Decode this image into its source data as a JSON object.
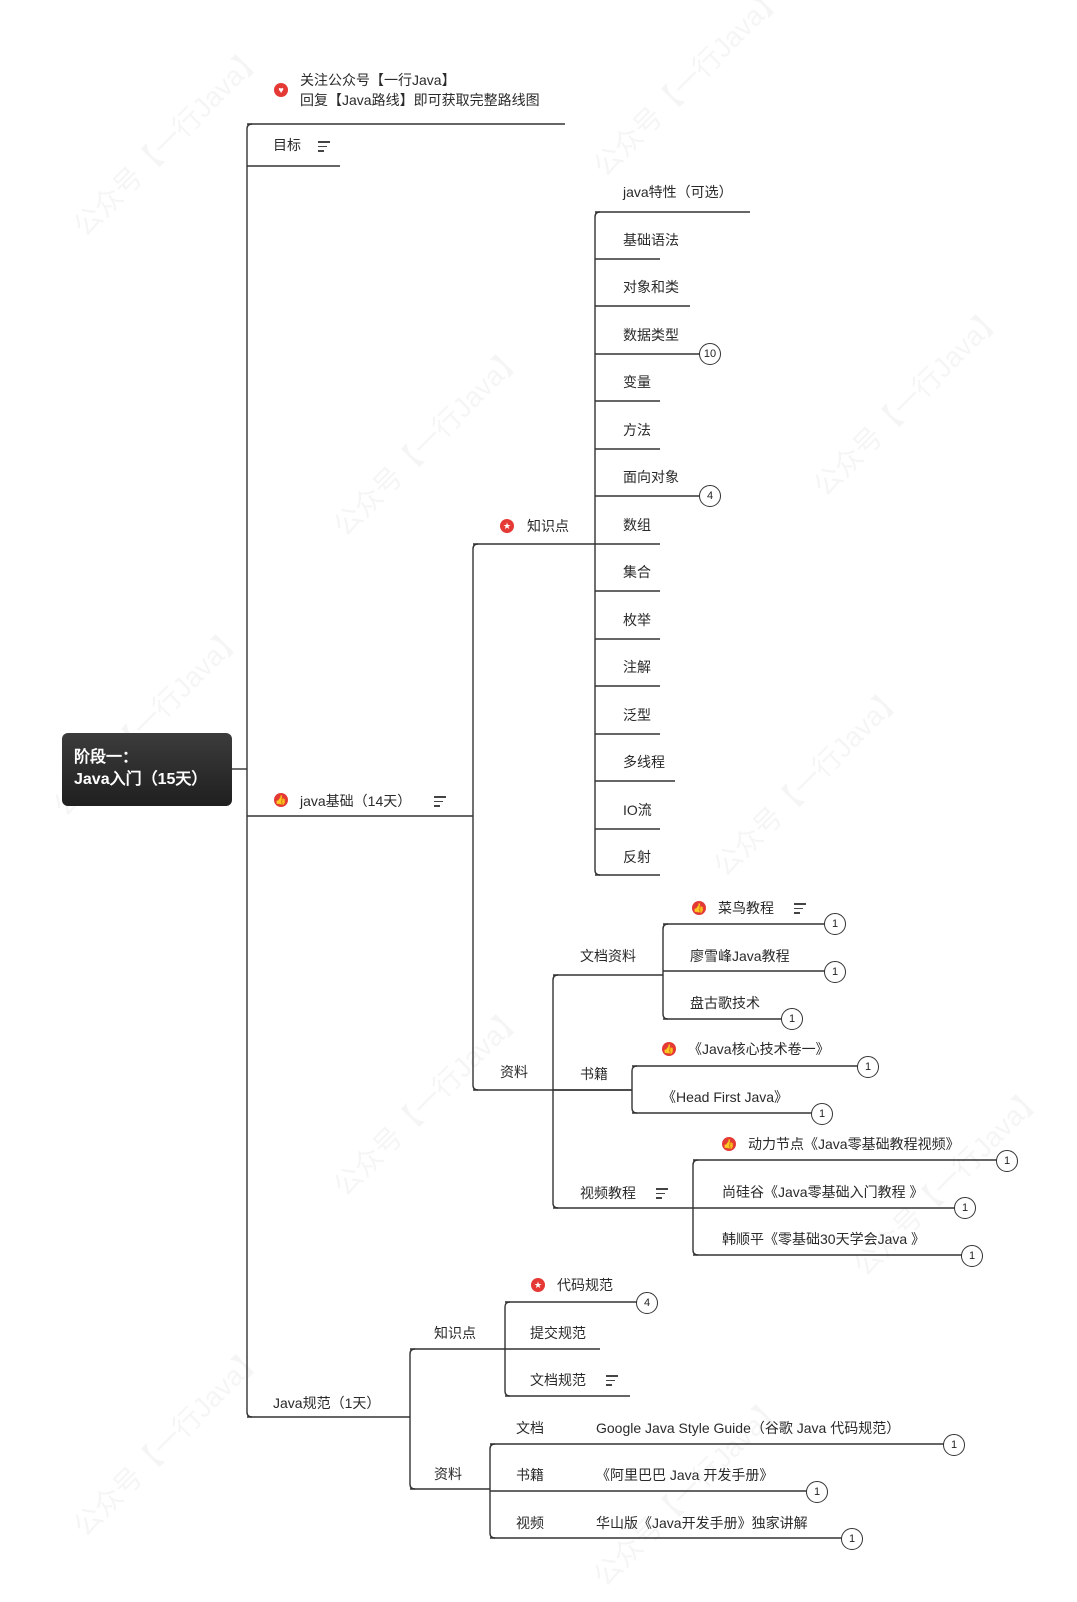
{
  "root": {
    "line1": "阶段一：",
    "line2": "Java入门（15天）"
  },
  "watermark": "公众号【一行Java】",
  "promo": {
    "line1": "关注公众号【一行Java】",
    "line2": "回复【Java路线】即可获取完整路线图",
    "icon": "heart-badge-icon"
  },
  "goal": {
    "label": "目标",
    "icon": "note-icon"
  },
  "java_basics": {
    "label": "java基础（14天）",
    "knowledge": {
      "label": "知识点",
      "items": [
        {
          "label": "java特性（可选）"
        },
        {
          "label": "基础语法"
        },
        {
          "label": "对象和类"
        },
        {
          "label": "数据类型",
          "count": "10"
        },
        {
          "label": "变量"
        },
        {
          "label": "方法"
        },
        {
          "label": "面向对象",
          "count": "4"
        },
        {
          "label": "数组"
        },
        {
          "label": "集合"
        },
        {
          "label": "枚举"
        },
        {
          "label": "注解"
        },
        {
          "label": "泛型"
        },
        {
          "label": "多线程"
        },
        {
          "label": "IO流"
        },
        {
          "label": "反射"
        }
      ]
    },
    "resources": {
      "label": "资料",
      "docs": {
        "label": "文档资料",
        "items": [
          {
            "label": "菜鸟教程",
            "count": "1"
          },
          {
            "label": "廖雪峰Java教程",
            "count": "1"
          },
          {
            "label": "盘古歌技术",
            "count": "1"
          }
        ]
      },
      "books": {
        "label": "书籍",
        "items": [
          {
            "label": "《Java核心技术卷一》",
            "count": "1"
          },
          {
            "label": "《Head First Java》",
            "count": "1"
          }
        ]
      },
      "videos": {
        "label": "视频教程",
        "items": [
          {
            "label": "动力节点《Java零基础教程视频》",
            "count": "1"
          },
          {
            "label": "尚硅谷《Java零基础入门教程 》",
            "count": "1"
          },
          {
            "label": "韩顺平《零基础30天学会Java 》",
            "count": "1"
          }
        ]
      }
    }
  },
  "java_standards": {
    "label": "Java规范（1天）",
    "knowledge": {
      "label": "知识点",
      "items": [
        {
          "label": "代码规范",
          "count": "4"
        },
        {
          "label": "提交规范"
        },
        {
          "label": "文档规范"
        }
      ]
    },
    "resources": {
      "label": "资料",
      "items": [
        {
          "category": "文档",
          "label": "Google Java Style Guide（谷歌 Java 代码规范）",
          "count": "1"
        },
        {
          "category": "书籍",
          "label": "《阿里巴巴 Java 开发手册》",
          "count": "1"
        },
        {
          "category": "视频",
          "label": "华山版《Java开发手册》独家讲解",
          "count": "1"
        }
      ]
    }
  },
  "colors": {
    "line": "#333333",
    "badge": "#e53935",
    "root_bg": "#2b2b2b"
  }
}
